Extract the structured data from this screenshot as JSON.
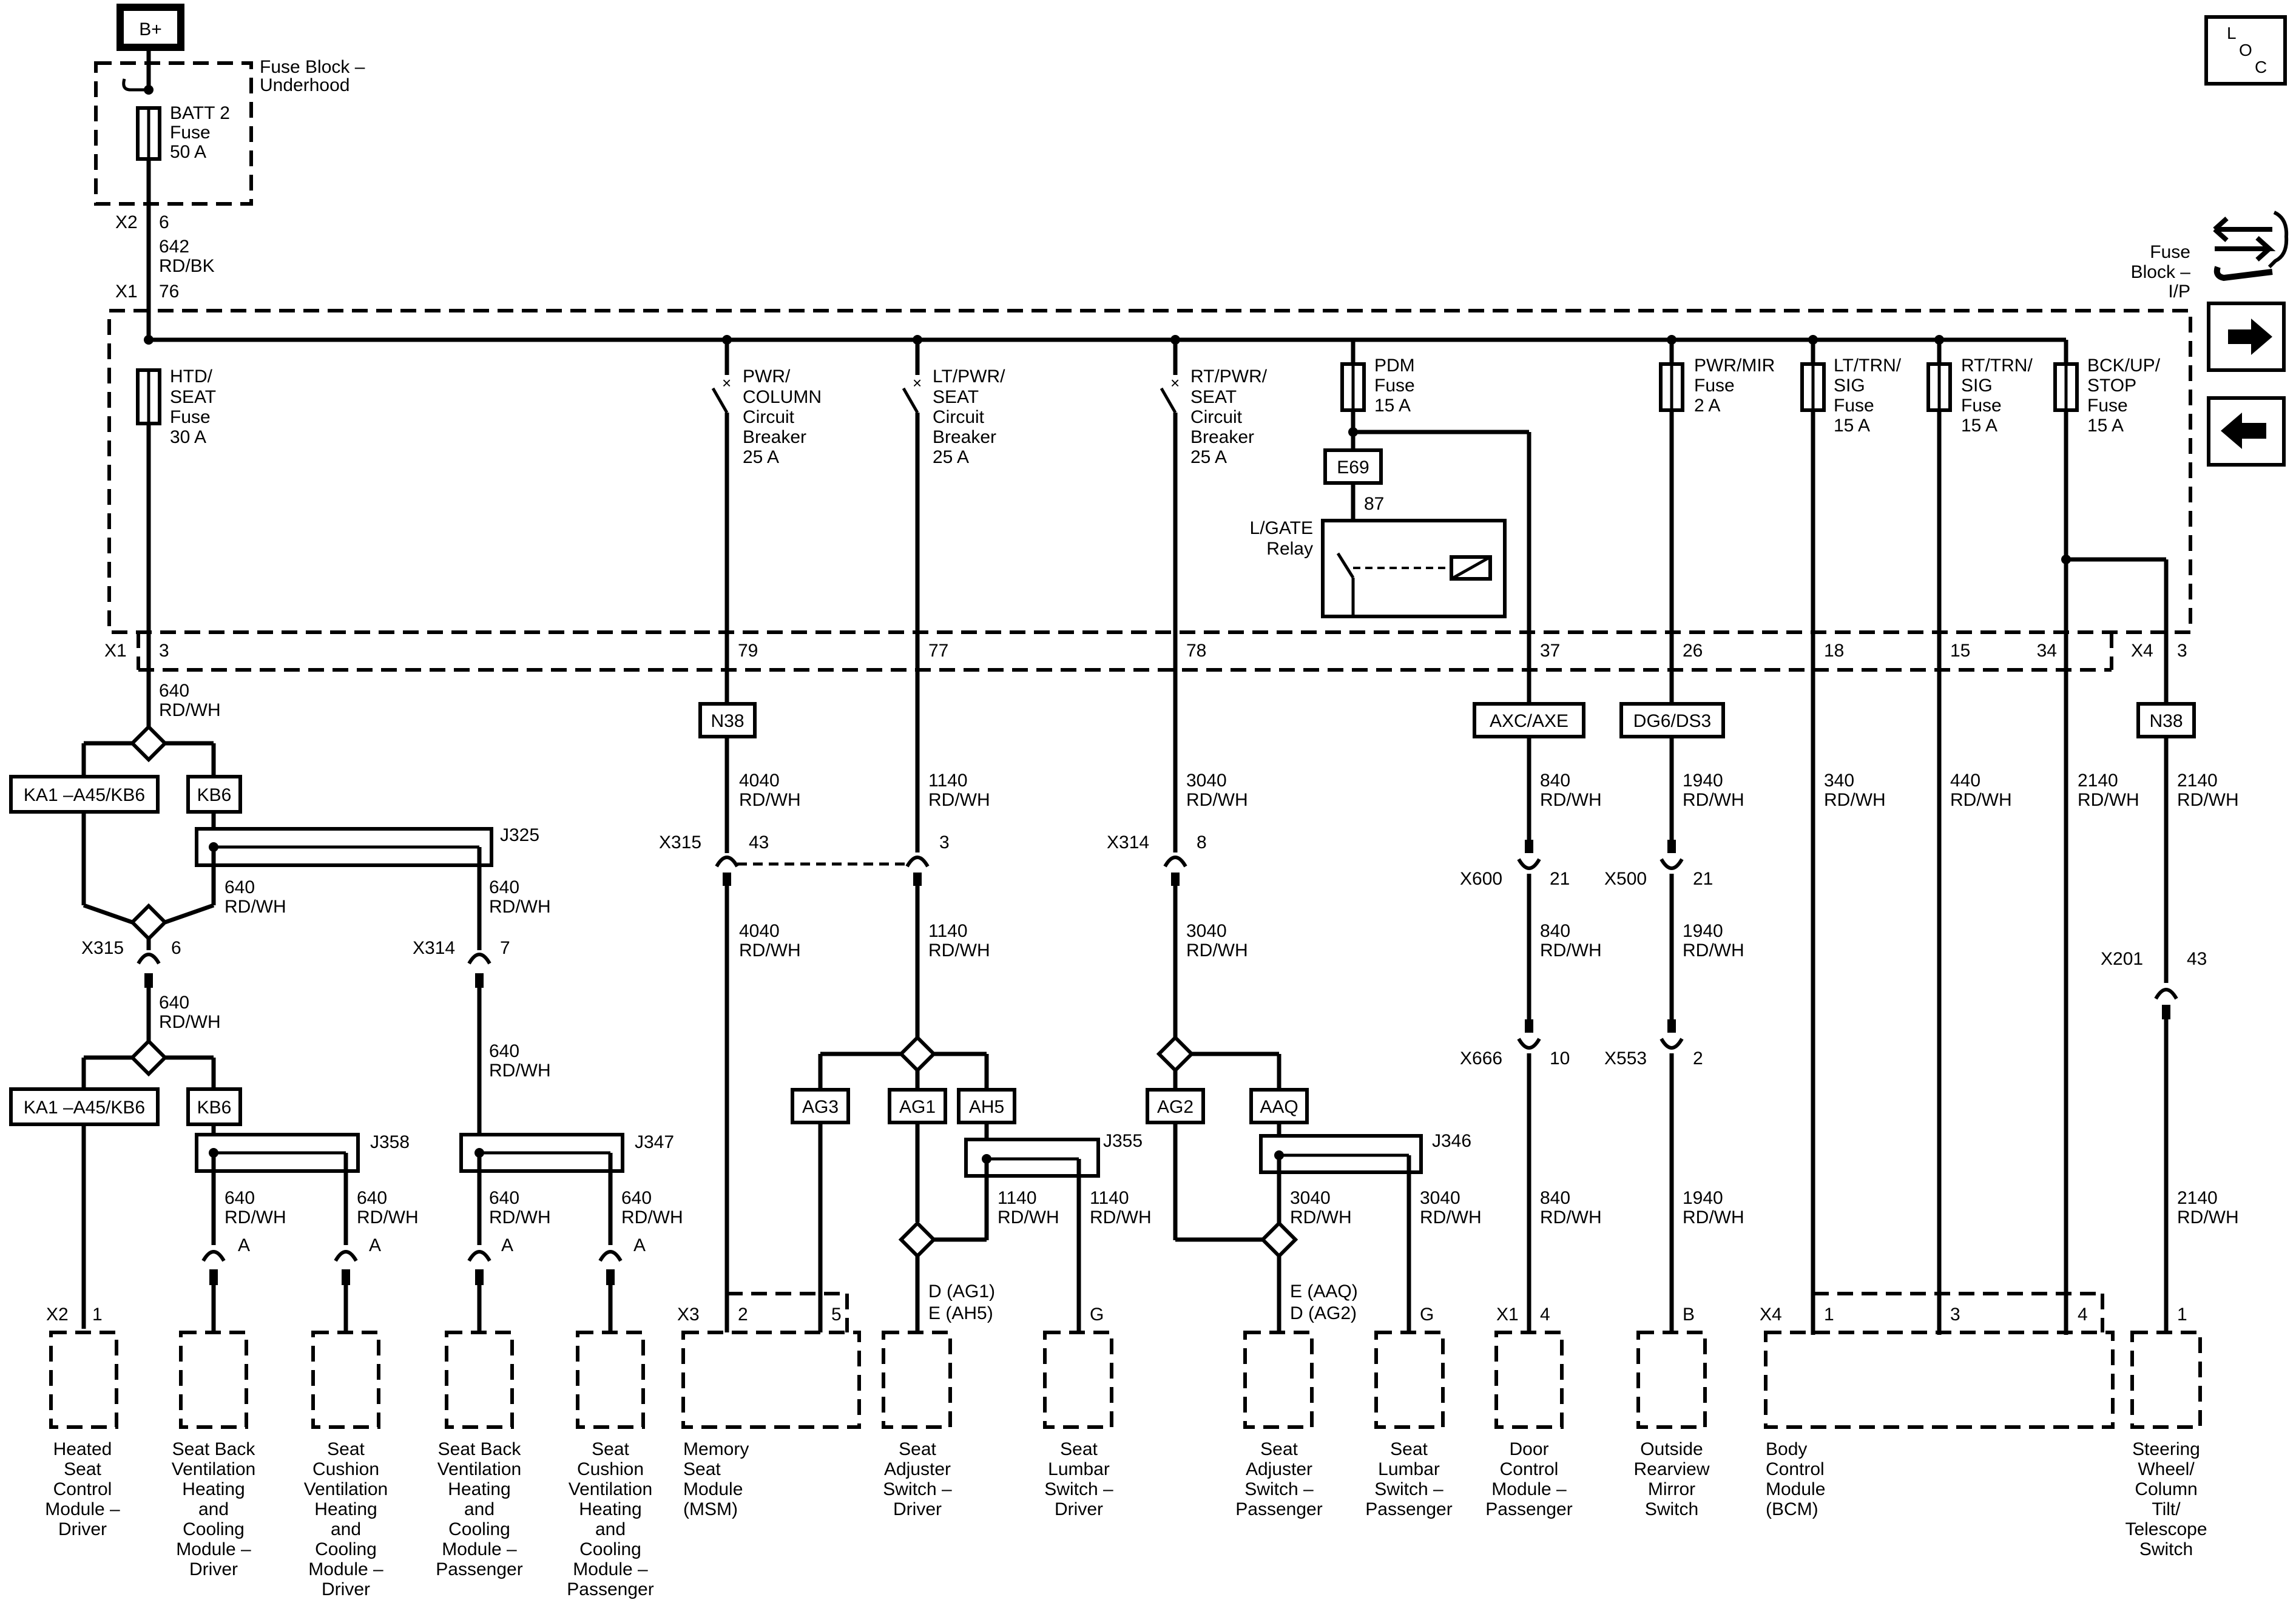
{
  "power": {
    "label": "B+"
  },
  "loc": {
    "l": "L",
    "o": "O",
    "c": "C"
  },
  "fuse_block_underhood": {
    "line1": "Fuse Block –",
    "line2": "Underhood"
  },
  "batt2_fuse": {
    "l1": "BATT 2",
    "l2": "Fuse",
    "l3": "50 A"
  },
  "connector_x2_top": {
    "name": "X2",
    "pin": "6"
  },
  "wire_642": {
    "num": "642",
    "color": "RD/BK"
  },
  "connector_x1_top": {
    "name": "X1",
    "pin": "76"
  },
  "fuse_block_ip": {
    "l1": "Fuse",
    "l2": "Block –",
    "l3": "I/P"
  },
  "fuses": [
    {
      "l1": "HTD/",
      "l2": "SEAT",
      "l3": "Fuse",
      "l4": "30 A"
    },
    {
      "l1": "PWR/",
      "l2": "COLUMN",
      "l3": "Circuit",
      "l4": "Breaker",
      "l5": "25 A"
    },
    {
      "l1": "LT/PWR/",
      "l2": "SEAT",
      "l3": "Circuit",
      "l4": "Breaker",
      "l5": "25 A"
    },
    {
      "l1": "RT/PWR/",
      "l2": "SEAT",
      "l3": "Circuit",
      "l4": "Breaker",
      "l5": "25 A"
    },
    {
      "l1": "PDM",
      "l2": "Fuse",
      "l3": "15 A"
    },
    {
      "l1": "PWR/MIR",
      "l2": "Fuse",
      "l3": "2 A"
    },
    {
      "l1": "LT/TRN/",
      "l2": "SIG",
      "l3": "Fuse",
      "l4": "15 A"
    },
    {
      "l1": "RT/TRN/",
      "l2": "SIG",
      "l3": "Fuse",
      "l4": "15 A"
    },
    {
      "l1": "BCK/UP/",
      "l2": "STOP",
      "l3": "Fuse",
      "l4": "15 A"
    }
  ],
  "relay": {
    "option": "E69",
    "pin": "87",
    "l1": "L/GATE",
    "l2": "Relay"
  },
  "x1_bottom": {
    "name": "X1",
    "pins": [
      "3",
      "79",
      "77",
      "78",
      "37",
      "26",
      "18",
      "15",
      "34"
    ]
  },
  "x4_bottom": {
    "name": "X4",
    "pin": "3"
  },
  "options": {
    "n38_a": "N38",
    "axc": "AXC/AXE",
    "dg6": "DG6/DS3",
    "n38_b": "N38",
    "ka1_a": "KA1 –A45/KB6",
    "kb6_a": "KB6",
    "ka1_b": "KA1 –A45/KB6",
    "kb6_b": "KB6",
    "ag3": "AG3",
    "ag1": "AG1",
    "ah5": "AH5",
    "ag2": "AG2",
    "aaq": "AAQ"
  },
  "wires": {
    "w640_a": {
      "num": "640",
      "color": "RD/WH"
    },
    "w640_b": {
      "num": "640",
      "color": "RD/WH"
    },
    "w640_c": {
      "num": "640",
      "color": "RD/WH"
    },
    "w640_d": {
      "num": "640",
      "color": "RD/WH"
    },
    "w640_e": {
      "num": "640",
      "color": "RD/WH"
    },
    "w640_f": {
      "num": "640",
      "color": "RD/WH"
    },
    "w640_g": {
      "num": "640",
      "color": "RD/WH"
    },
    "w640_h": {
      "num": "640",
      "color": "RD/WH"
    },
    "w640_i": {
      "num": "640",
      "color": "RD/WH"
    },
    "w4040_a": {
      "num": "4040",
      "color": "RD/WH"
    },
    "w4040_b": {
      "num": "4040",
      "color": "RD/WH"
    },
    "w1140_a": {
      "num": "1140",
      "color": "RD/WH"
    },
    "w1140_b": {
      "num": "1140",
      "color": "RD/WH"
    },
    "w1140_c": {
      "num": "1140",
      "color": "RD/WH"
    },
    "w1140_d": {
      "num": "1140",
      "color": "RD/WH"
    },
    "w3040_a": {
      "num": "3040",
      "color": "RD/WH"
    },
    "w3040_b": {
      "num": "3040",
      "color": "RD/WH"
    },
    "w3040_c": {
      "num": "3040",
      "color": "RD/WH"
    },
    "w3040_d": {
      "num": "3040",
      "color": "RD/WH"
    },
    "w840_a": {
      "num": "840",
      "color": "RD/WH"
    },
    "w840_b": {
      "num": "840",
      "color": "RD/WH"
    },
    "w840_c": {
      "num": "840",
      "color": "RD/WH"
    },
    "w1940_a": {
      "num": "1940",
      "color": "RD/WH"
    },
    "w1940_b": {
      "num": "1940",
      "color": "RD/WH"
    },
    "w1940_c": {
      "num": "1940",
      "color": "RD/WH"
    },
    "w340": {
      "num": "340",
      "color": "RD/WH"
    },
    "w440": {
      "num": "440",
      "color": "RD/WH"
    },
    "w2140_a": {
      "num": "2140",
      "color": "RD/WH"
    },
    "w2140_b": {
      "num": "2140",
      "color": "RD/WH"
    },
    "w2140_c": {
      "num": "2140",
      "color": "RD/WH"
    }
  },
  "splices": {
    "j325": "J325",
    "j358": "J358",
    "j347": "J347",
    "j355": "J355",
    "j346": "J346"
  },
  "inline": {
    "x315_6": {
      "name": "X315",
      "pin": "6"
    },
    "x314_7": {
      "name": "X314",
      "pin": "7"
    },
    "x315_43": {
      "name": "X315",
      "pin": "43"
    },
    "c3": {
      "pin": "3"
    },
    "x314_8": {
      "name": "X314",
      "pin": "8"
    },
    "x600": {
      "name": "X600",
      "pin": "21"
    },
    "x500": {
      "name": "X500",
      "pin": "21"
    },
    "x666": {
      "name": "X666",
      "pin": "10"
    },
    "x553": {
      "name": "X553",
      "pin": "2"
    },
    "x201": {
      "name": "X201",
      "pin": "43"
    }
  },
  "pin_a": "A",
  "modules": [
    {
      "conn": "X2",
      "pin": "1",
      "lines": [
        "Heated",
        "Seat",
        "Control",
        "Module –",
        "Driver"
      ]
    },
    {
      "lines": [
        "Seat Back",
        "Ventilation",
        "Heating",
        "and",
        "Cooling",
        "Module –",
        "Driver"
      ]
    },
    {
      "lines": [
        "Seat",
        "Cushion",
        "Ventilation",
        "Heating",
        "and",
        "Cooling",
        "Module –",
        "Driver"
      ]
    },
    {
      "lines": [
        "Seat Back",
        "Ventilation",
        "Heating",
        "and",
        "Cooling",
        "Module –",
        "Passenger"
      ]
    },
    {
      "lines": [
        "Seat",
        "Cushion",
        "Ventilation",
        "Heating",
        "and",
        "Cooling",
        "Module –",
        "Passenger"
      ]
    },
    {
      "conn": "X3",
      "pin_a": "2",
      "pin_b": "5",
      "lines": [
        "Memory",
        "Seat",
        "Module",
        "(MSM)"
      ]
    },
    {
      "pin1": "D (AG1)",
      "pin2": "E (AH5)",
      "lines": [
        "Seat",
        "Adjuster",
        "Switch –",
        "Driver"
      ]
    },
    {
      "pin": "G",
      "lines": [
        "Seat",
        "Lumbar",
        "Switch –",
        "Driver"
      ]
    },
    {
      "pin1": "E (AAQ)",
      "pin2": "D (AG2)",
      "lines": [
        "Seat",
        "Adjuster",
        "Switch –",
        "Passenger"
      ]
    },
    {
      "pin": "G",
      "lines": [
        "Seat",
        "Lumbar",
        "Switch –",
        "Passenger"
      ]
    },
    {
      "conn": "X1",
      "pin": "4",
      "lines": [
        "Door",
        "Control",
        "Module –",
        "Passenger"
      ]
    },
    {
      "pin": "B",
      "lines": [
        "Outside",
        "Rearview",
        "Mirror",
        "Switch"
      ]
    },
    {
      "conn": "X4",
      "pin_a": "1",
      "pin_b": "3",
      "pin_c": "4",
      "lines": [
        "Body",
        "Control",
        "Module",
        "(BCM)"
      ]
    },
    {
      "pin": "1",
      "lines": [
        "Steering",
        "Wheel/",
        "Column",
        "Tilt/",
        "Telescope",
        "Switch"
      ]
    }
  ],
  "nav": {
    "icons": [
      "schematic-icon",
      "next-arrow-icon",
      "prev-arrow-icon"
    ]
  }
}
